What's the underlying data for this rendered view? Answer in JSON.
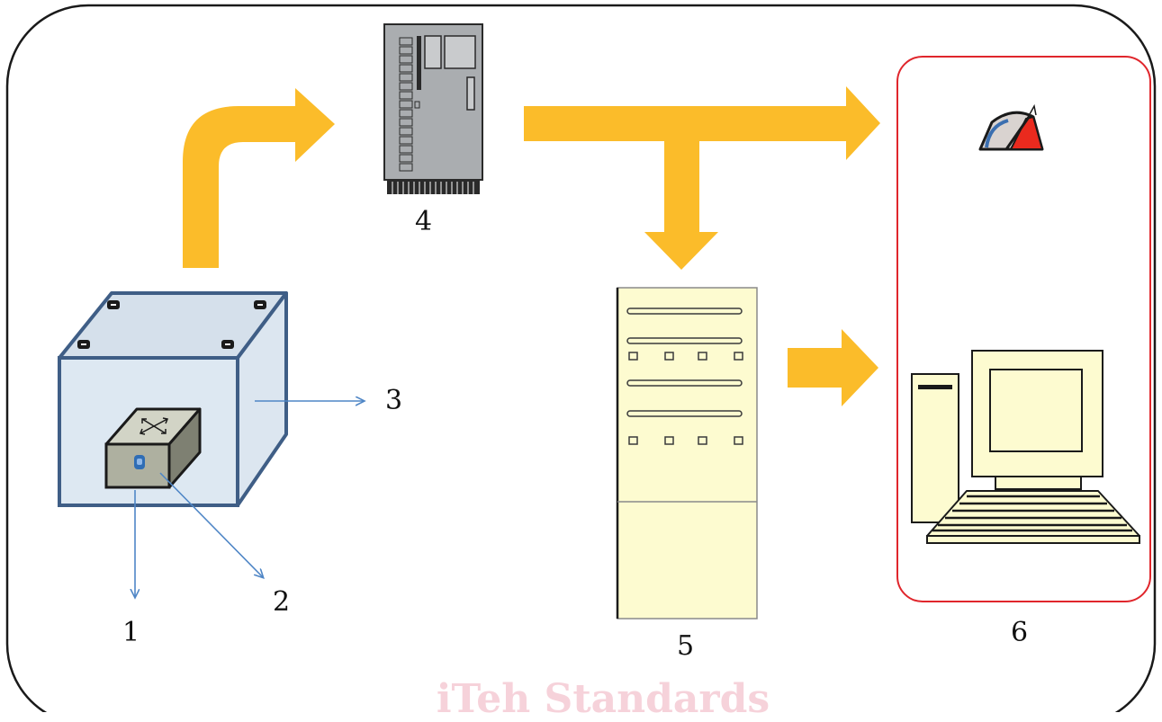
{
  "labels": {
    "n1": "1",
    "n2": "2",
    "n3": "3",
    "n4": "4",
    "n5": "5",
    "n6": "6"
  },
  "watermark": "iTeh Standards",
  "icons": {
    "enclosure": "enclosure-box-icon",
    "network_switch": "network-switch-icon",
    "controller": "controller-card-icon",
    "server": "server-rack-icon",
    "gauge": "gauge-meter-icon",
    "computer": "desktop-computer-icon"
  },
  "colors": {
    "frame": "#1a1a1a",
    "flow_arrow": "#fbbc2a",
    "pointer_arrow": "#4f86c6",
    "enclosure_fill": "#dde8f2",
    "enclosure_edge": "#3f5e86",
    "server_fill": "#fdfbd0",
    "highlight_frame": "#e0262c"
  }
}
